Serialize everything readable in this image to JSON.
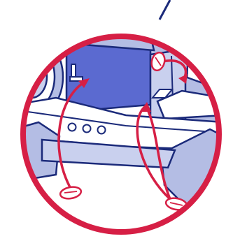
{
  "diagram": {
    "type": "illustration",
    "subject": "car-seat-strap-installation-detail",
    "labels": [],
    "callout_count": 1,
    "clip_count": 2,
    "routing_arrow_count": 3
  },
  "colors": {
    "frame_ring": "#d61f45",
    "arrow": "#d61f45",
    "outline": "#1b2a7a",
    "seat_fabric": "#b4bde4",
    "seat_fabric_light": "#c9d0ee",
    "seat_fabric_dark": "#5b6ad0",
    "background": "#ffffff"
  }
}
